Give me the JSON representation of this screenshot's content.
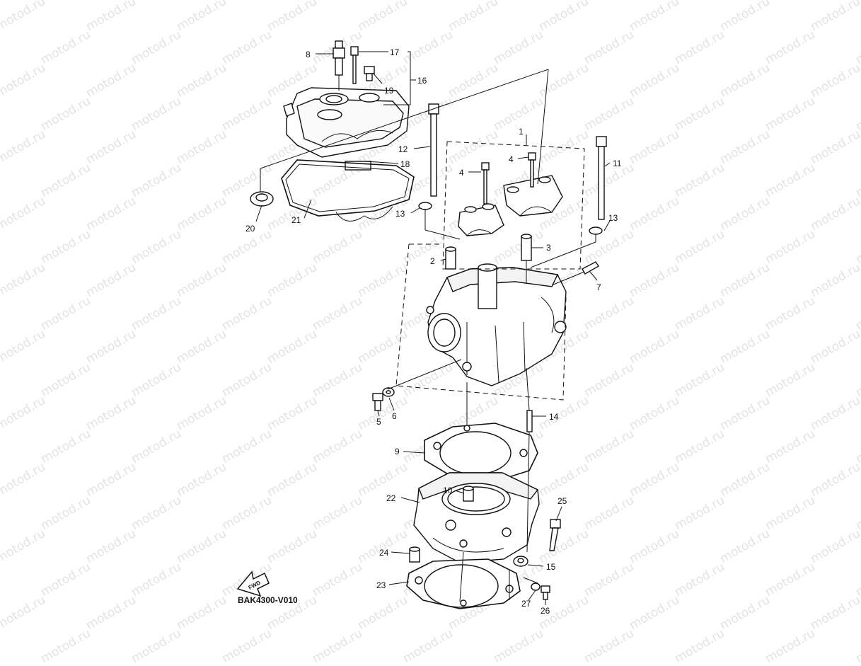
{
  "diagram": {
    "code": "BAK4300-V010",
    "fwd_label": "FWD",
    "watermark": "motod.ru",
    "callouts": [
      "1",
      "2",
      "3",
      "4",
      "4",
      "5",
      "6",
      "7",
      "8",
      "9",
      "10",
      "11",
      "12",
      "13",
      "13",
      "14",
      "15",
      "16",
      "17",
      "18",
      "19",
      "20",
      "21",
      "22",
      "23",
      "24",
      "25",
      "26",
      "27"
    ]
  }
}
